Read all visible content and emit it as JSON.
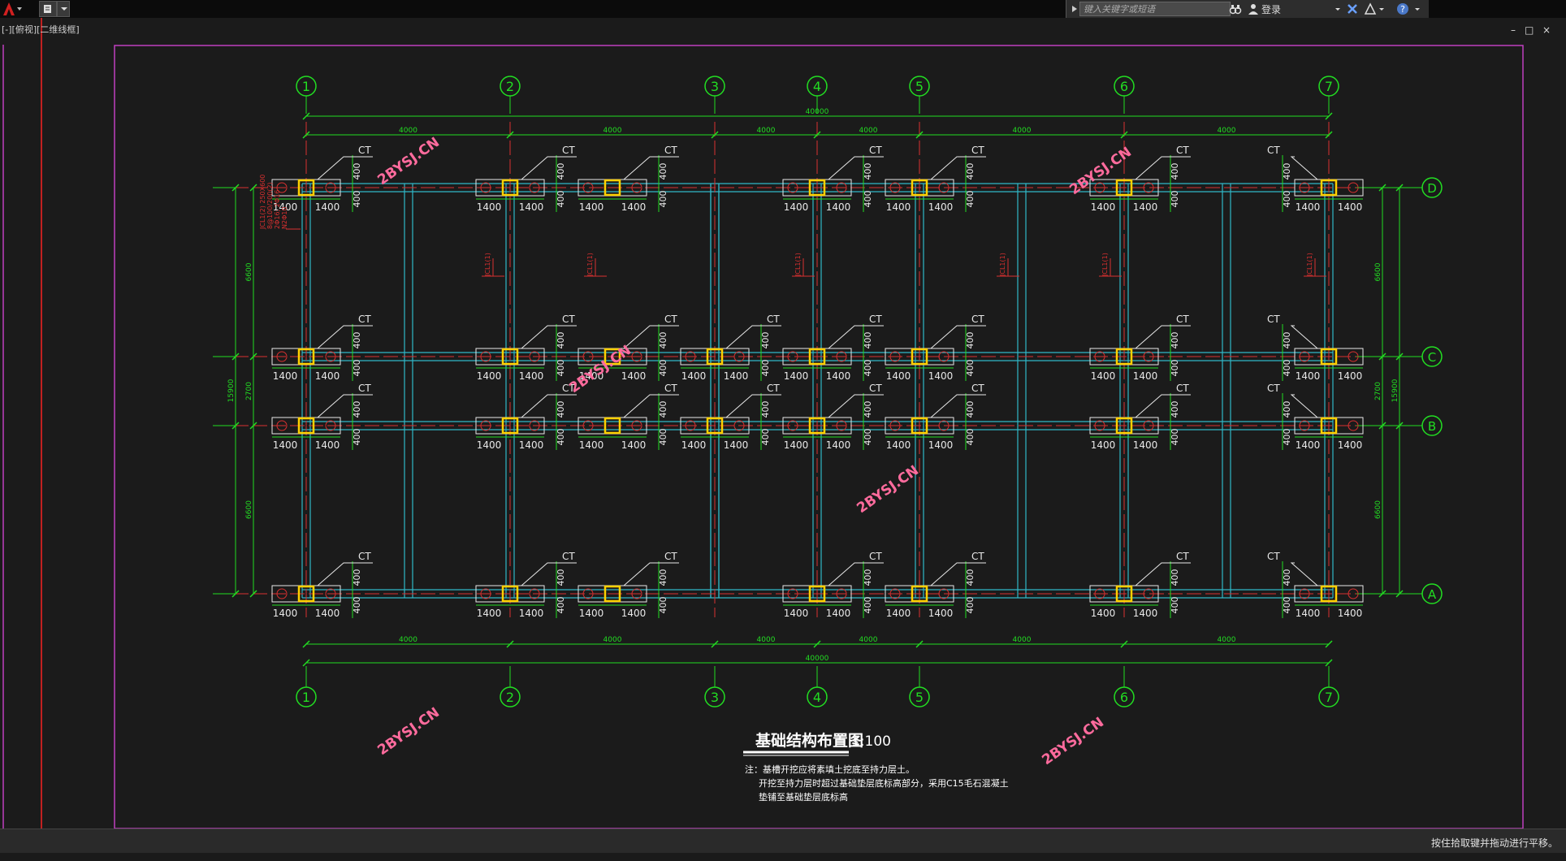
{
  "toolbar": {
    "search_placeholder": "键入关键字或短语",
    "login": "登录"
  },
  "viewport": {
    "label": "[-][俯视][二维线框]"
  },
  "window_controls": {
    "minimize": "–",
    "restore": "□",
    "close": "×"
  },
  "status": {
    "message": "按住拾取键并拖动进行平移。"
  },
  "drawing": {
    "title": "基础结构布置图",
    "scale": "1:100",
    "notes": [
      "注：基槽开挖应将素填土挖底至持力层土。",
      "开挖至持力层时超过基础垫层底标高部分，采用C15毛石混凝土",
      "垫铺至基础垫层底标高"
    ],
    "watermark": "2BYSJ.CN",
    "axis_numbers": [
      "1",
      "2",
      "3",
      "4",
      "5",
      "6",
      "7"
    ],
    "axis_letters": [
      "D",
      "C",
      "B",
      "A"
    ],
    "bay_dim": "4000",
    "total_dim": "40000",
    "v_dims": {
      "outer": "15900",
      "top": "6600",
      "mid": "2700",
      "bottom": "6600"
    },
    "foot_label": "CT",
    "pad_dim": "1400",
    "ped_dim": "400",
    "beam_labels": {
      "first": [
        "JCL1(2) 250X600",
        "8@100/200(2)",
        "2Φ16; 2Φ16",
        "N2Φ10"
      ],
      "short": "JCL1(1)"
    }
  }
}
